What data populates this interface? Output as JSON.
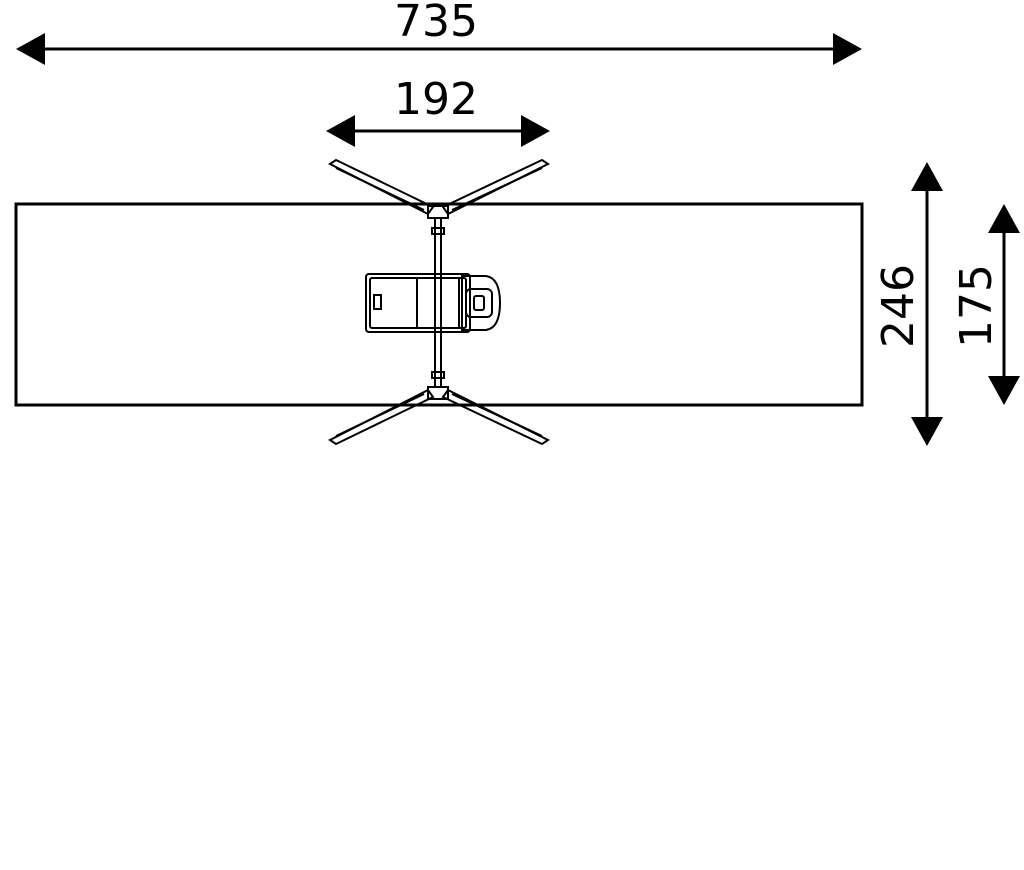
{
  "dimensions": {
    "overall_width": "735",
    "frame_width": "192",
    "overall_depth": "246",
    "safety_zone_depth": "175"
  },
  "colors": {
    "line": "#000000",
    "background": "#ffffff"
  }
}
